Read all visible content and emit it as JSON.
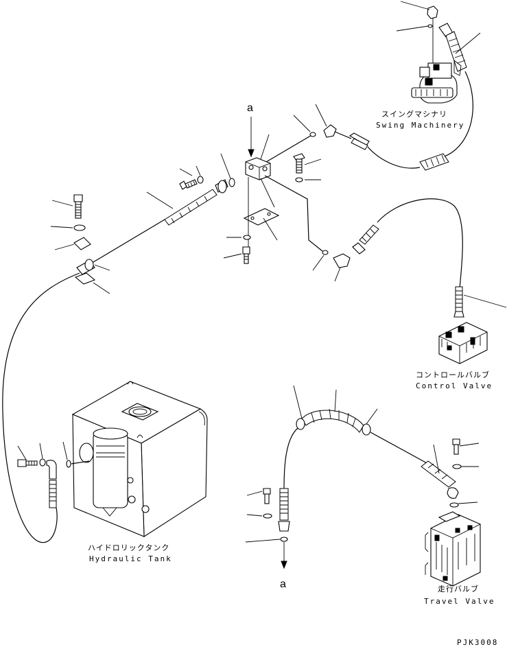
{
  "labels": {
    "swing_jp": "スイングマシナリ",
    "swing_en": "Swing Machinery",
    "control_jp": "コントロールバルブ",
    "control_en": "Control Valve",
    "tank_jp": "ハイドロリックタンク",
    "tank_en": "Hydraulic Tank",
    "travel_jp": "走行バルブ",
    "travel_en": "Travel Valve",
    "ref_a_top": "a",
    "ref_a_bottom": "a",
    "drawing_no": "PJK3008"
  }
}
